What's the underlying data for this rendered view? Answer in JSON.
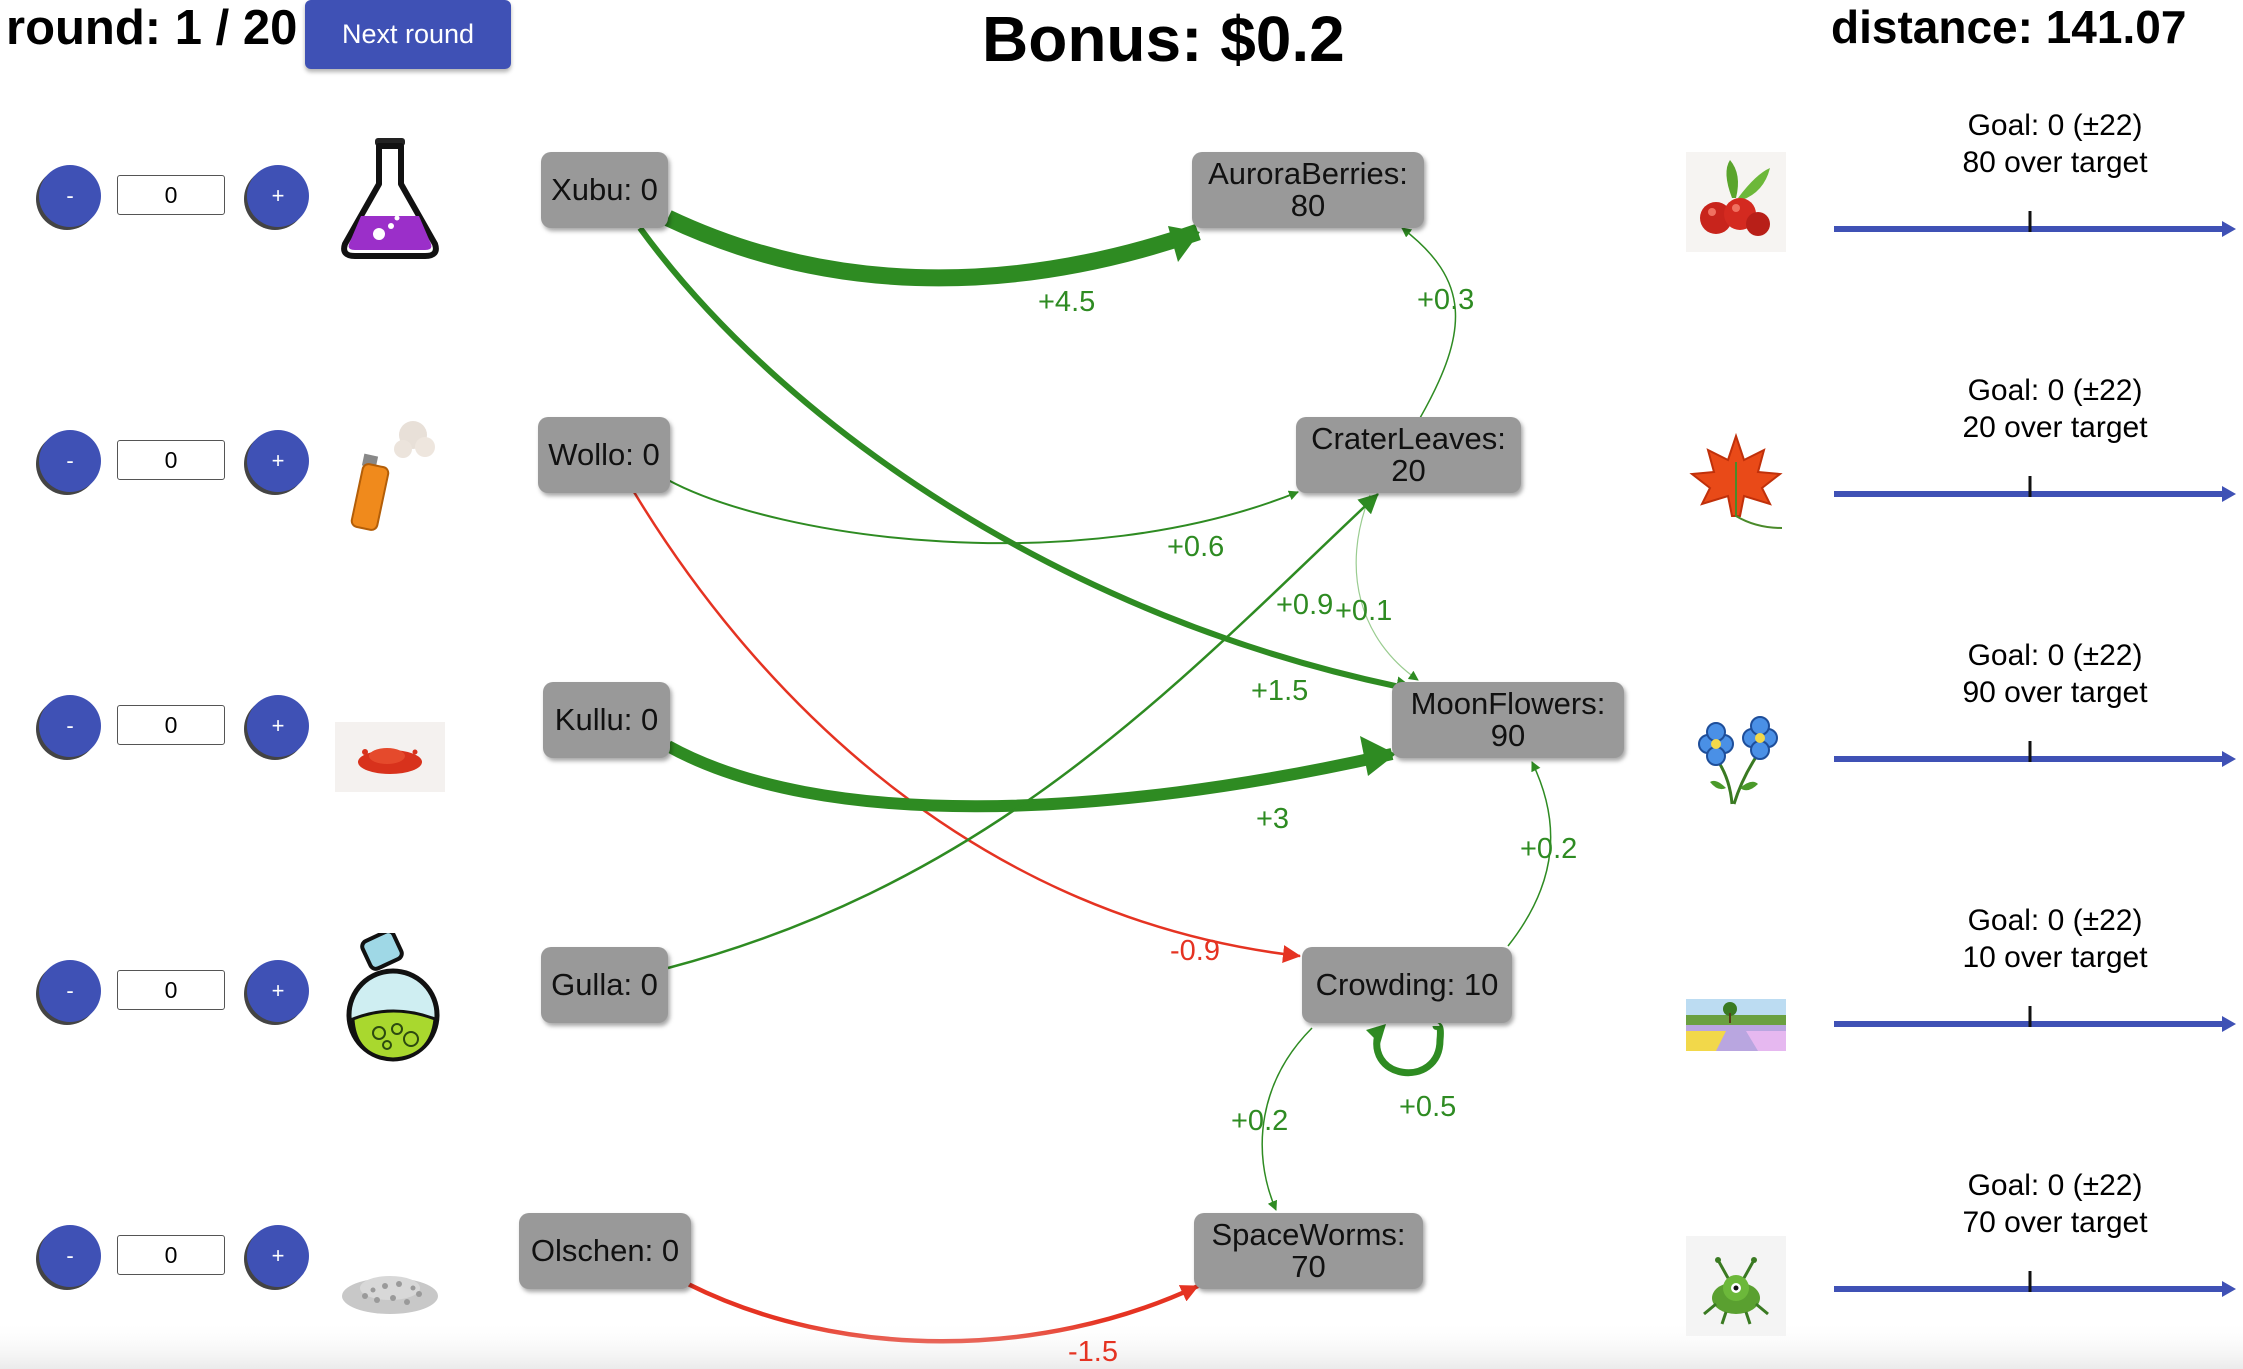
{
  "header": {
    "round": "round: 1 / 20",
    "next_button": "Next round",
    "bonus": "Bonus: $0.2",
    "distance": "distance: 141.07"
  },
  "controls": [
    {
      "minus": "-",
      "plus": "+",
      "value": "0",
      "icon": "flask-icon"
    },
    {
      "minus": "-",
      "plus": "+",
      "value": "0",
      "icon": "spray-can-icon"
    },
    {
      "minus": "-",
      "plus": "+",
      "value": "0",
      "icon": "red-powder-icon"
    },
    {
      "minus": "-",
      "plus": "+",
      "value": "0",
      "icon": "round-flask-icon"
    },
    {
      "minus": "-",
      "plus": "+",
      "value": "0",
      "icon": "gravel-icon"
    }
  ],
  "sources": [
    {
      "label": "Xubu: 0"
    },
    {
      "label": "Wollo: 0"
    },
    {
      "label": "Kullu: 0"
    },
    {
      "label": "Gulla: 0"
    },
    {
      "label": "Olschen: 0"
    }
  ],
  "targets": [
    {
      "name": "AuroraBerries:",
      "value": "80"
    },
    {
      "name": "CraterLeaves:",
      "value": "20"
    },
    {
      "name": "MoonFlowers:",
      "value": "90"
    },
    {
      "name": "Crowding: 10",
      "value": ""
    },
    {
      "name": "SpaceWorms:",
      "value": "70"
    }
  ],
  "edge_labels": {
    "xubu_aurora": "+4.5",
    "crater_aurora": "+0.3",
    "wollo_crater": "+0.6",
    "gulla_crater": "+0.9",
    "crater_moon": "+0.1",
    "xubu_moon": "+1.5",
    "kullu_moon": "+3",
    "crowding_moon": "+0.2",
    "wollo_crowding": "-0.9",
    "crowding_self": "+0.5",
    "crowding_space": "+0.2",
    "olschen_space": "-1.5"
  },
  "goals": [
    {
      "goal": "Goal: 0 (±22)",
      "status": "80 over target",
      "icon": "berries-icon"
    },
    {
      "goal": "Goal: 0 (±22)",
      "status": "20 over target",
      "icon": "maple-leaf-icon"
    },
    {
      "goal": "Goal: 0 (±22)",
      "status": "90 over target",
      "icon": "blue-flowers-icon"
    },
    {
      "goal": "Goal: 0 (±22)",
      "status": "10 over target",
      "icon": "flower-field-icon"
    },
    {
      "goal": "Goal: 0 (±22)",
      "status": "70 over target",
      "icon": "space-worm-icon"
    }
  ],
  "colors": {
    "accent": "#3f51b5",
    "node": "#999999",
    "positive": "#2e8b22",
    "negative": "#e53322"
  }
}
